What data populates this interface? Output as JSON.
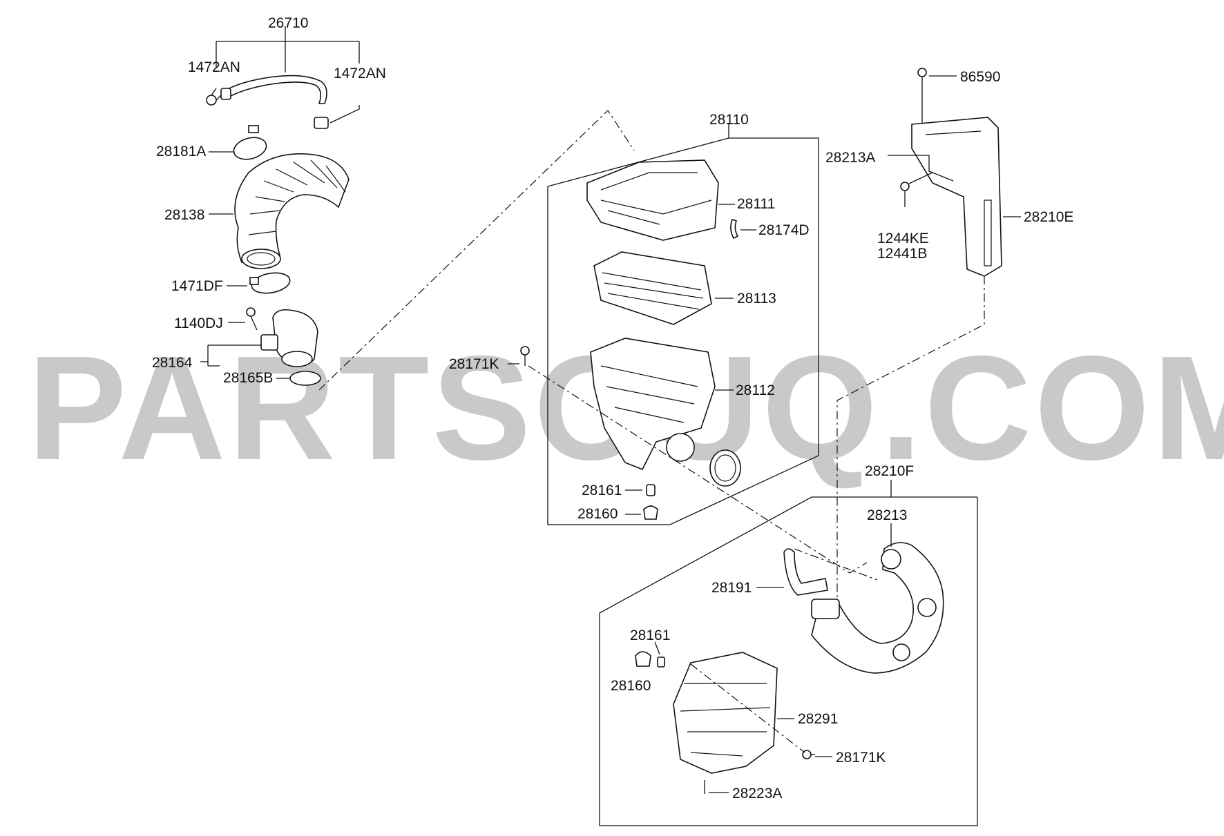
{
  "watermark": "PARTSOUQ.COM",
  "labels": {
    "p26710": "26710",
    "p1472AN_a": "1472AN",
    "p1472AN_b": "1472AN",
    "p28181A": "28181A",
    "p28138": "28138",
    "p1471DF": "1471DF",
    "p1140DJ": "1140DJ",
    "p28164": "28164",
    "p28165B": "28165B",
    "p28171K_a": "28171K",
    "p28110": "28110",
    "p28111": "28111",
    "p28174D": "28174D",
    "p28113": "28113",
    "p28112": "28112",
    "p28161_a": "28161",
    "p28160_a": "28160",
    "p86590": "86590",
    "p28213A": "28213A",
    "p28210E": "28210E",
    "p1244KE": "1244KE",
    "p12441B": "12441B",
    "p28210F": "28210F",
    "p28213": "28213",
    "p28191": "28191",
    "p28161_b": "28161",
    "p28160_b": "28160",
    "p28291": "28291",
    "p28171K_b": "28171K",
    "p28223A": "28223A"
  }
}
